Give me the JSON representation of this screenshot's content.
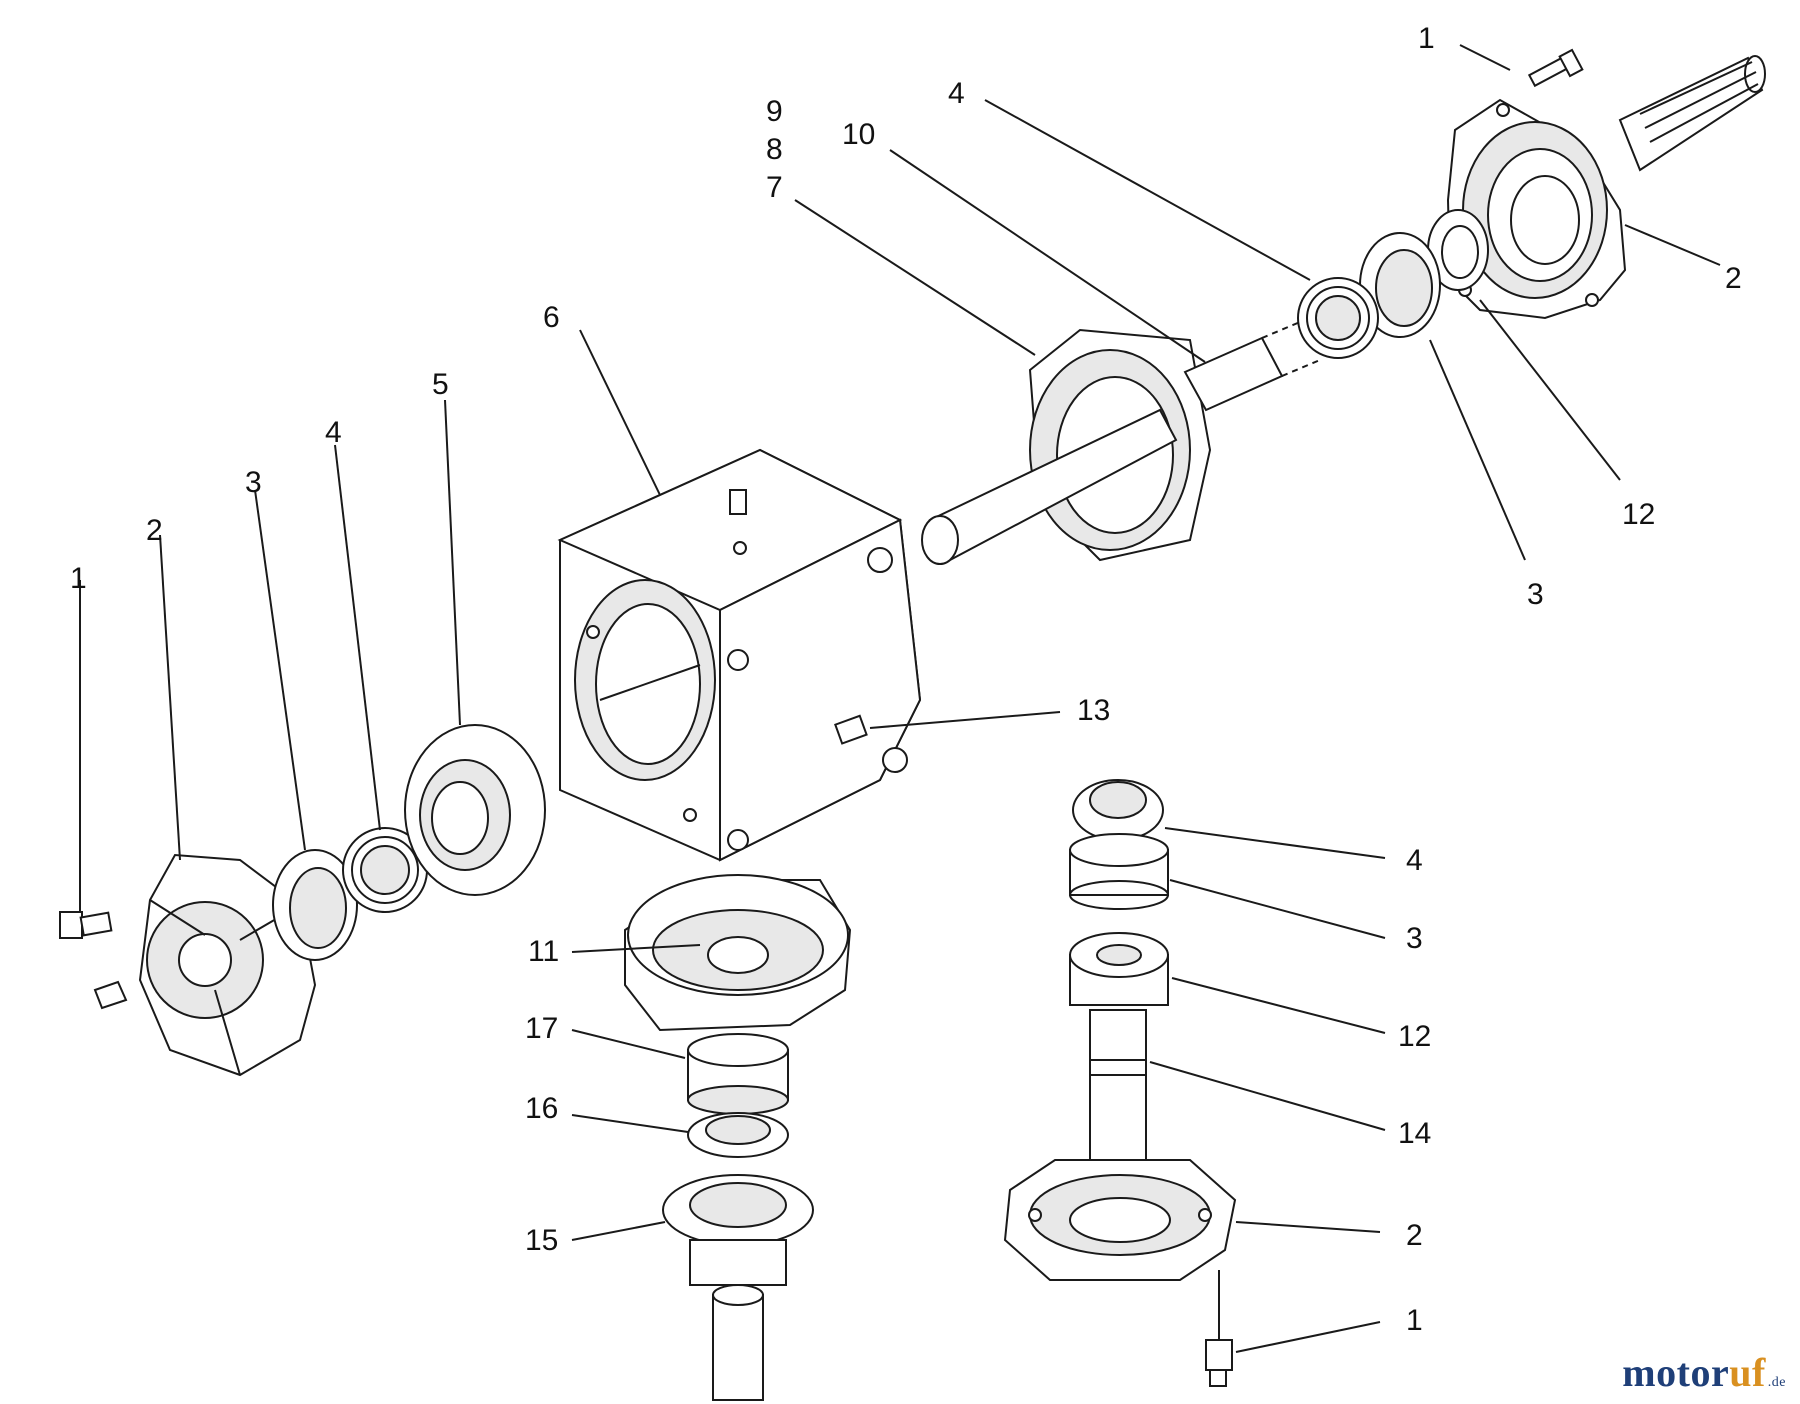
{
  "callouts": [
    {
      "id": "c-1-top",
      "text": "1"
    },
    {
      "id": "c-2-top",
      "text": "2"
    },
    {
      "id": "c-4-top",
      "text": "4"
    },
    {
      "id": "c-9",
      "text": "9"
    },
    {
      "id": "c-8",
      "text": "8"
    },
    {
      "id": "c-7",
      "text": "7"
    },
    {
      "id": "c-10",
      "text": "10"
    },
    {
      "id": "c-12-top",
      "text": "12"
    },
    {
      "id": "c-3-top",
      "text": "3"
    },
    {
      "id": "c-6",
      "text": "6"
    },
    {
      "id": "c-5",
      "text": "5"
    },
    {
      "id": "c-4-left",
      "text": "4"
    },
    {
      "id": "c-3-left",
      "text": "3"
    },
    {
      "id": "c-2-left",
      "text": "2"
    },
    {
      "id": "c-1-left",
      "text": "1"
    },
    {
      "id": "c-13",
      "text": "13"
    },
    {
      "id": "c-11",
      "text": "11"
    },
    {
      "id": "c-17",
      "text": "17"
    },
    {
      "id": "c-16",
      "text": "16"
    },
    {
      "id": "c-15",
      "text": "15"
    },
    {
      "id": "c-4-right",
      "text": "4"
    },
    {
      "id": "c-3-right",
      "text": "3"
    },
    {
      "id": "c-12-right",
      "text": "12"
    },
    {
      "id": "c-14",
      "text": "14"
    },
    {
      "id": "c-2-right",
      "text": "2"
    },
    {
      "id": "c-1-right",
      "text": "1"
    }
  ],
  "watermark": {
    "main": "motor",
    "accent": "uf",
    "tld": ".de"
  },
  "colors": {
    "line": "#1a1a1a",
    "fill": "#ffffff",
    "shade": "#e8e8e8"
  }
}
